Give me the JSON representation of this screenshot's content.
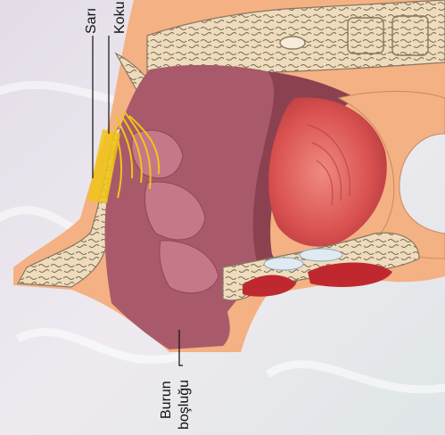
{
  "labels": {
    "sari": "Sarı",
    "koku": "Koku",
    "burun_line1": "Burun",
    "burun_line2": "boşluğu"
  },
  "colors": {
    "skin": "#f4b183",
    "bone": "#e6c9a0",
    "mucosa": "#c27a86",
    "cavity": "#9e5060",
    "nerve": "#f0c419",
    "muscle": "#d9534f",
    "background": "#e9e6ee"
  }
}
